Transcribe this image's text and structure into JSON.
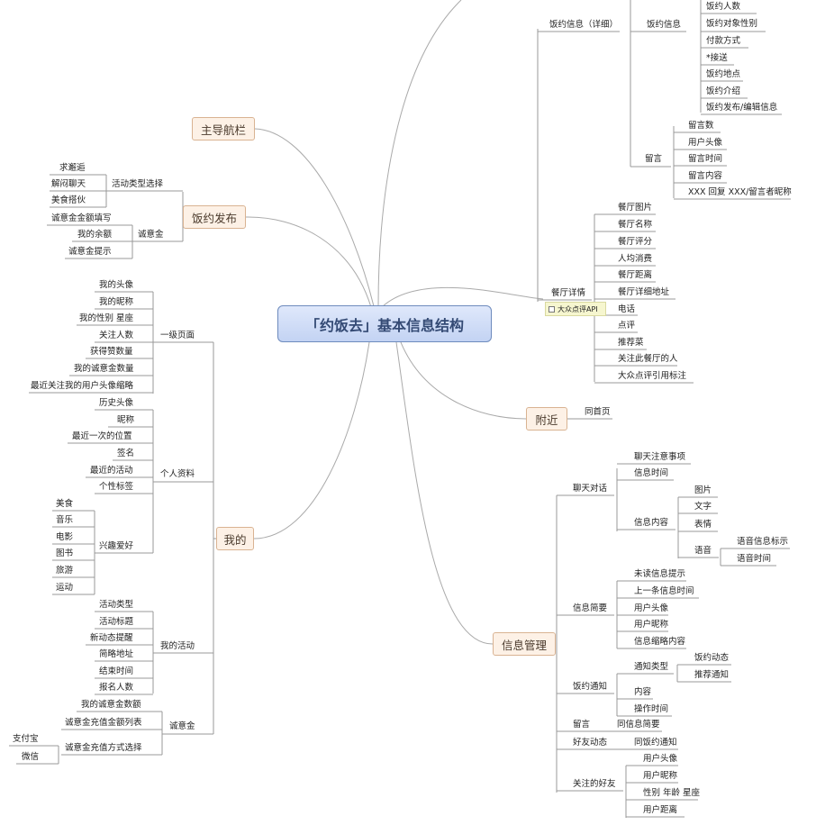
{
  "root": "「约饭去」基本信息结构",
  "main": {
    "nav": "主导航栏",
    "publish": "饭约发布",
    "mine": "我的",
    "nearby": "附近",
    "message": "信息管理"
  },
  "labels": [
    "饭约人数",
    "饭约对象性别",
    "付款方式",
    "*接送",
    "饭约地点",
    "饭约介绍",
    "饭约发布/编辑信息",
    "饭约信息（详细）",
    "饭约信息",
    "留言数",
    "用户头像",
    "留言时间",
    "留言内容",
    "XXX 回复 XXX/留言者昵称",
    "留言",
    "餐厅图片",
    "餐厅名称",
    "餐厅评分",
    "人均消费",
    "餐厅距离",
    "餐厅详细地址",
    "电话",
    "点评",
    "推荐菜",
    "关注此餐厅的人",
    "大众点评引用标注",
    "餐厅详情",
    "同首页",
    "聊天对话",
    "聊天注意事项",
    "信息时间",
    "信息内容",
    "图片",
    "文字",
    "表情",
    "语音",
    "语音信息标示",
    "语音时间",
    "信息简要",
    "未读信息提示",
    "上一条信息时间",
    "用户头像",
    "用户昵称",
    "信息缩略内容",
    "饭约通知",
    "通知类型",
    "饭约动态",
    "推荐通知",
    "内容",
    "操作时间",
    "留言",
    "同信息简要",
    "好友动态",
    "同饭约通知",
    "关注的好友",
    "用户头像",
    "用户昵称",
    "性别 年龄 星座",
    "用户距离",
    "求邂逅",
    "解闷聊天",
    "美食搭伙",
    "活动类型选择",
    "诚意金金额填写",
    "我的余额",
    "诚意金提示",
    "诚意金",
    "我的头像",
    "我的昵称",
    "我的性别 星座",
    "关注人数",
    "获得赞数量",
    "我的诚意金数量",
    "最近关注我的用户头像缩略",
    "一级页面",
    "历史头像",
    "昵称",
    "最近一次的位置",
    "签名",
    "最近的活动",
    "个性标签",
    "个人资料",
    "美食",
    "音乐",
    "电影",
    "图书",
    "旅游",
    "运动",
    "兴趣爱好",
    "活动类型",
    "活动标题",
    "新动态提醒",
    "简略地址",
    "结束时间",
    "报名人数",
    "我的活动",
    "我的诚意金数额",
    "诚意金充值金额列表",
    "诚意金充值方式选择",
    "支付宝",
    "微信",
    "诚意金"
  ],
  "api_tag": "大众点评API"
}
